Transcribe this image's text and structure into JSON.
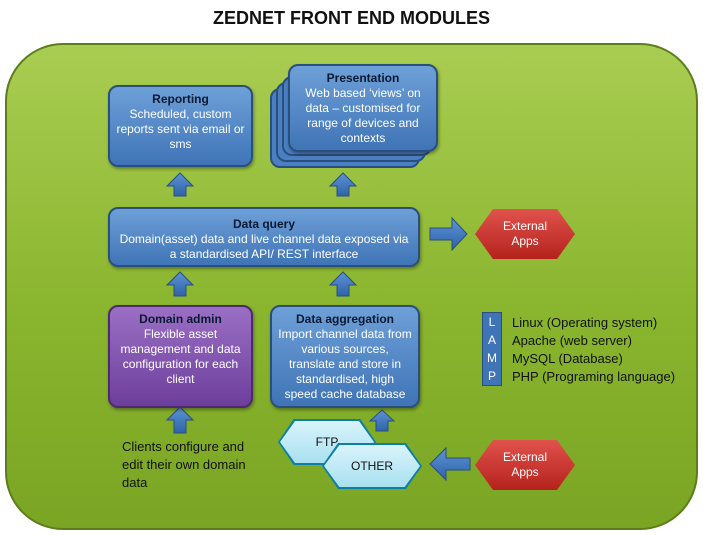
{
  "title": "ZEDNET FRONT END MODULES",
  "reporting": {
    "heading": "Reporting",
    "body": "Scheduled, custom reports sent via email or sms"
  },
  "presentation": {
    "heading": "Presentation",
    "body": "Web based ‘views’ on data – customised for range of devices and contexts"
  },
  "data_query": {
    "heading": "Data query",
    "body": "Domain(asset) data and live channel data exposed via a standardised API/ REST interface"
  },
  "domain_admin": {
    "heading": "Domain admin",
    "body": "Flexible asset management and data configuration for each client"
  },
  "data_aggregation": {
    "heading": "Data aggregation",
    "body": "Import channel data from various sources, translate and store in standardised, high speed cache database"
  },
  "external_apps_top": "External Apps",
  "external_apps_bottom": "External Apps",
  "ftp": "FTP",
  "other": "OTHER",
  "clients": "Clients configure and  edit their own domain data",
  "lamp": {
    "letters": [
      "L",
      "A",
      "M",
      "P"
    ],
    "items": [
      "Linux (Operating system)",
      "Apache (web server)",
      "MySQL (Database)",
      "PHP (Programing language)"
    ]
  },
  "colors": {
    "board": "#8ab52e",
    "box_blue": "#3f74b6",
    "box_purple": "#6d3f9c",
    "external": "#c0302a",
    "hex": "#bde8f5"
  }
}
